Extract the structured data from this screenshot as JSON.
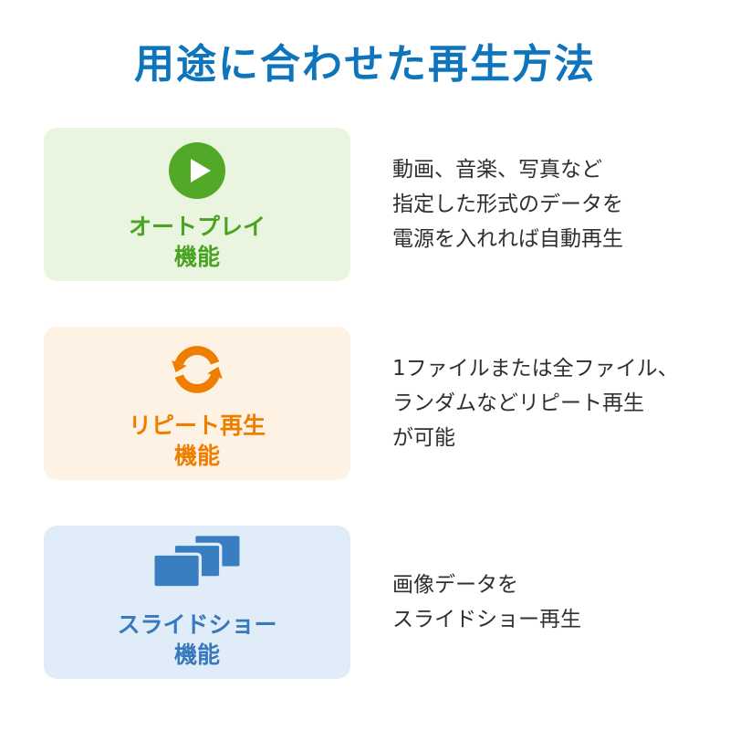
{
  "title": "用途に合わせた再生方法",
  "colors": {
    "title": "#0e75bd",
    "body_text": "#2f2f2f",
    "background": "#ffffff",
    "green_accent": "#4aa222",
    "green_card_bg": "#eaf5e0",
    "orange_accent": "#ee7d00",
    "orange_card_bg": "#fdf2e3",
    "blue_accent": "#3878bc",
    "blue_card_bg": "#e0ecf8"
  },
  "features": [
    {
      "name": "autoplay",
      "icon": "play-icon",
      "label": "オートプレイ",
      "label_suffix": "機能",
      "accent_color": "#4aa222",
      "card_bg_color": "#eaf5e0",
      "description_lines": [
        "動画、音楽、写真など",
        "指定した形式のデータを",
        "電源を入れれば自動再生"
      ]
    },
    {
      "name": "repeat-playback",
      "icon": "repeat-icon",
      "label": "リピート再生",
      "label_suffix": "機能",
      "accent_color": "#ee7d00",
      "card_bg_color": "#fdf2e3",
      "description_lines": [
        "1ファイルまたは全ファイル、",
        "ランダムなどリピート再生",
        "が可能"
      ]
    },
    {
      "name": "slideshow",
      "icon": "slides-icon",
      "label": "スライドショー",
      "label_suffix": "機能",
      "accent_color": "#3878bc",
      "card_bg_color": "#e0ecf8",
      "description_lines": [
        "画像データを",
        "スライドショー再生"
      ]
    }
  ]
}
